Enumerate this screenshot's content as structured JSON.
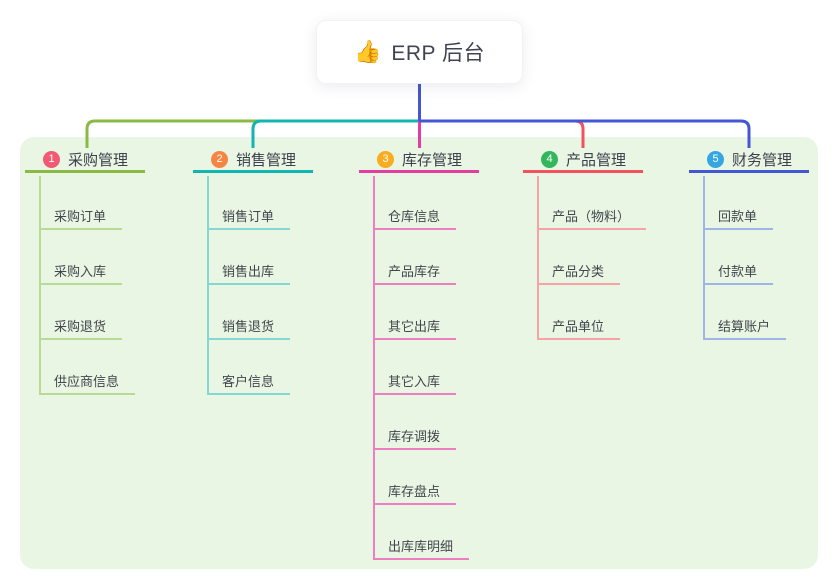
{
  "root": {
    "icon": "👍",
    "title": "ERP 后台"
  },
  "colors": {
    "page_bg": "#ffffff",
    "panel_bg": "#e9f6e4",
    "card_bg": "#ffffff",
    "root_stem": "#4456d4",
    "title_text": "#3e4452",
    "branch_text": "#3c414d",
    "child_text": "#42464d"
  },
  "branches": [
    {
      "badge": "1",
      "label": "采购管理",
      "badge_color": "#f25a74",
      "line_color": "#8aba44",
      "child_line_color": "#b7db95",
      "children": [
        "采购订单",
        "采购入库",
        "采购退货",
        "供应商信息"
      ]
    },
    {
      "badge": "2",
      "label": "销售管理",
      "badge_color": "#f68544",
      "line_color": "#12b5b0",
      "child_line_color": "#84d7d3",
      "children": [
        "销售订单",
        "销售出库",
        "销售退货",
        "客户信息"
      ]
    },
    {
      "badge": "3",
      "label": "库存管理",
      "badge_color": "#fbab1f",
      "line_color": "#e23da0",
      "child_line_color": "#ee7dc1",
      "children": [
        "仓库信息",
        "产品库存",
        "其它出库",
        "其它入库",
        "库存调拨",
        "库存盘点",
        "出库库明细"
      ]
    },
    {
      "badge": "4",
      "label": "产品管理",
      "badge_color": "#33b65c",
      "line_color": "#f5505d",
      "child_line_color": "#f9a2a6",
      "children": [
        "产品（物料）",
        "产品分类",
        "产品单位"
      ]
    },
    {
      "badge": "5",
      "label": "财务管理",
      "badge_color": "#36a6e3",
      "line_color": "#4456d4",
      "child_line_color": "#9fb5e8",
      "children": [
        "回款单",
        "付款单",
        "结算账户"
      ]
    }
  ]
}
